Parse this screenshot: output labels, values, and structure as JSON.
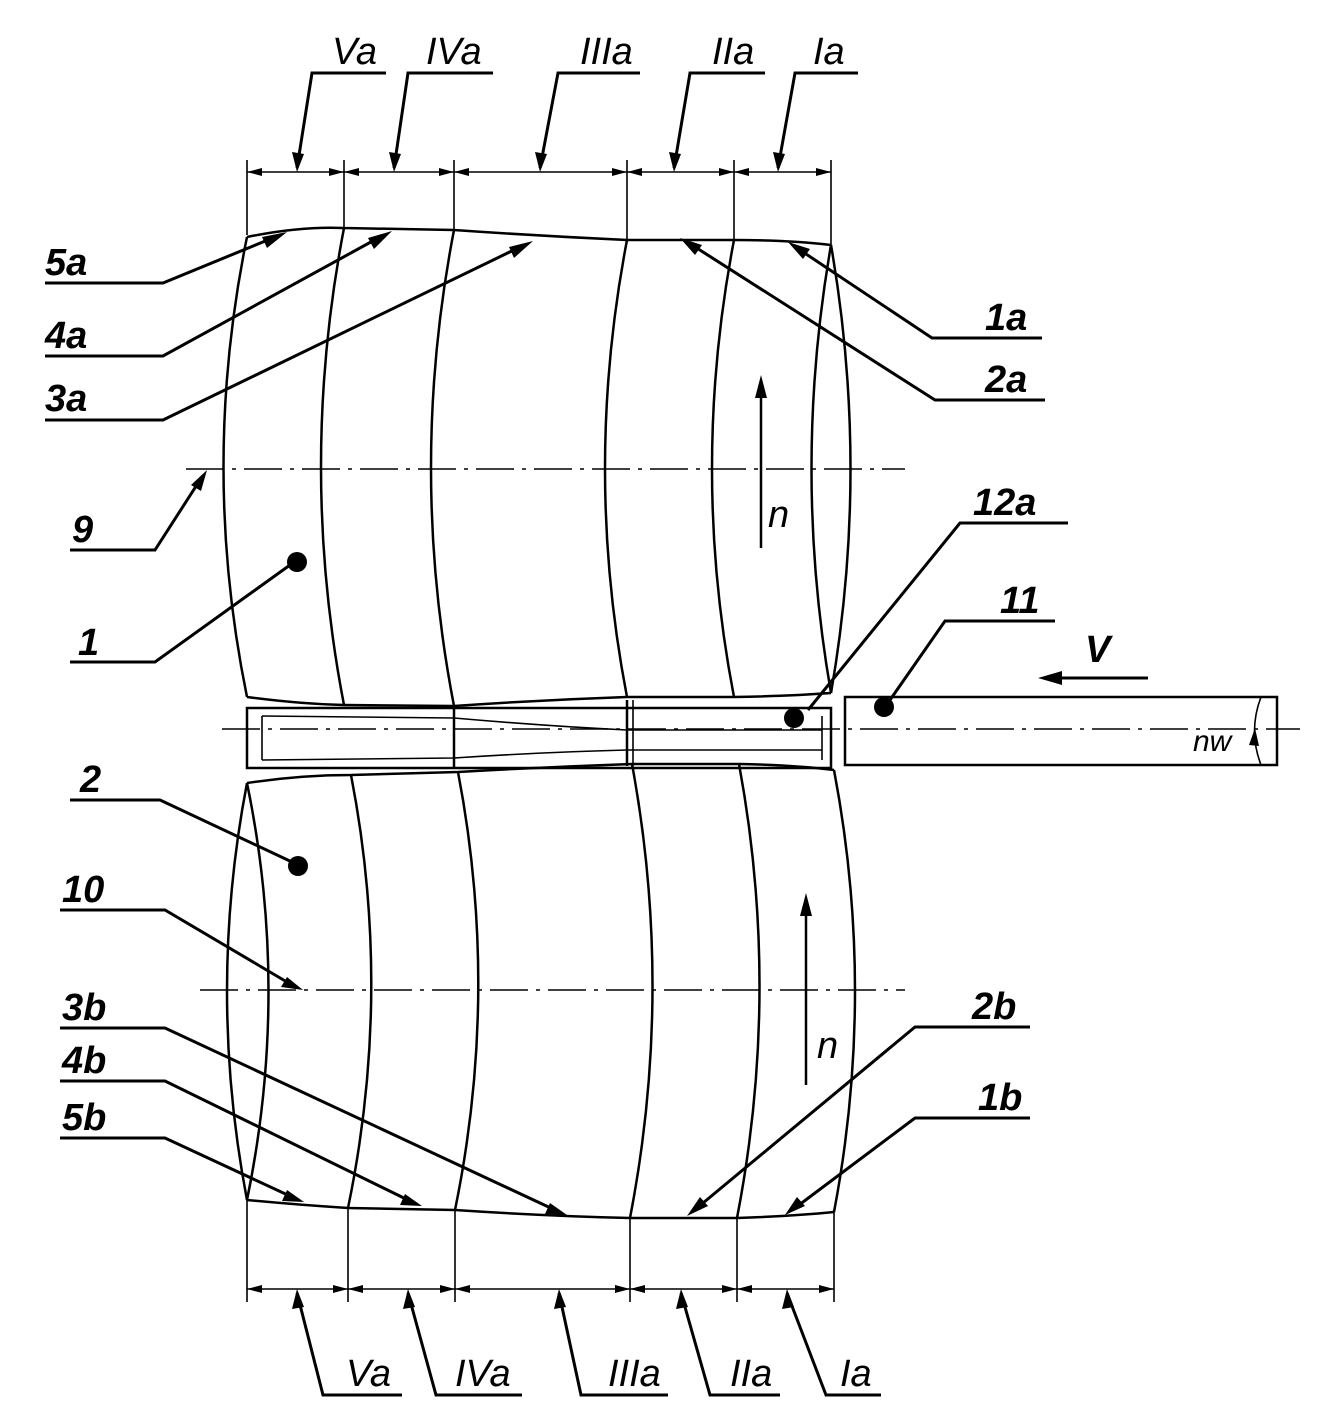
{
  "top_zones": [
    "Va",
    "IVa",
    "IIIa",
    "IIa",
    "Ia"
  ],
  "bottom_zones": [
    "Va",
    "IVa",
    "IIIa",
    "IIa",
    "Ia"
  ],
  "labels": {
    "l5a": "5a",
    "l4a": "4a",
    "l3a": "3a",
    "l1a": "1a",
    "l2a": "2a",
    "l9": "9",
    "l1": "1",
    "l12a": "12a",
    "l11": "11",
    "lV": "V",
    "ln_top": "n",
    "lnw": "nw",
    "l2": "2",
    "l10": "10",
    "l3b": "3b",
    "l4b": "4b",
    "l5b": "5b",
    "l2b": "2b",
    "l1b": "1b",
    "ln_bottom": "n"
  }
}
